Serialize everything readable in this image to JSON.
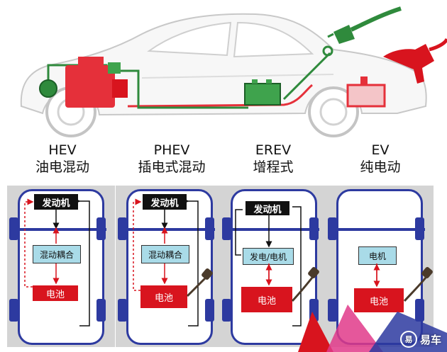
{
  "columns": [
    {
      "en": "HEV",
      "zh": "油电混动",
      "engine": "发动机",
      "coupler": "混动耦合",
      "battery": "电池"
    },
    {
      "en": "PHEV",
      "zh": "插电式混动",
      "engine": "发动机",
      "coupler": "混动耦合",
      "battery": "电池"
    },
    {
      "en": "EREV",
      "zh": "增程式",
      "engine": "发动机",
      "coupler": "发电/电机",
      "battery": "电池"
    },
    {
      "en": "EV",
      "zh": "纯电动",
      "engine": "",
      "coupler": "电机",
      "battery": "电池"
    }
  ],
  "watermark": {
    "logo": "易",
    "text": "易车"
  },
  "colors": {
    "frame": "#2d3aa0",
    "battery": "#d8141e",
    "coupler": "#a9dbe8",
    "engine_red": "#e5303a",
    "fuel_line": "#2f8a3c",
    "panel_bg": "#d4d4d4"
  }
}
